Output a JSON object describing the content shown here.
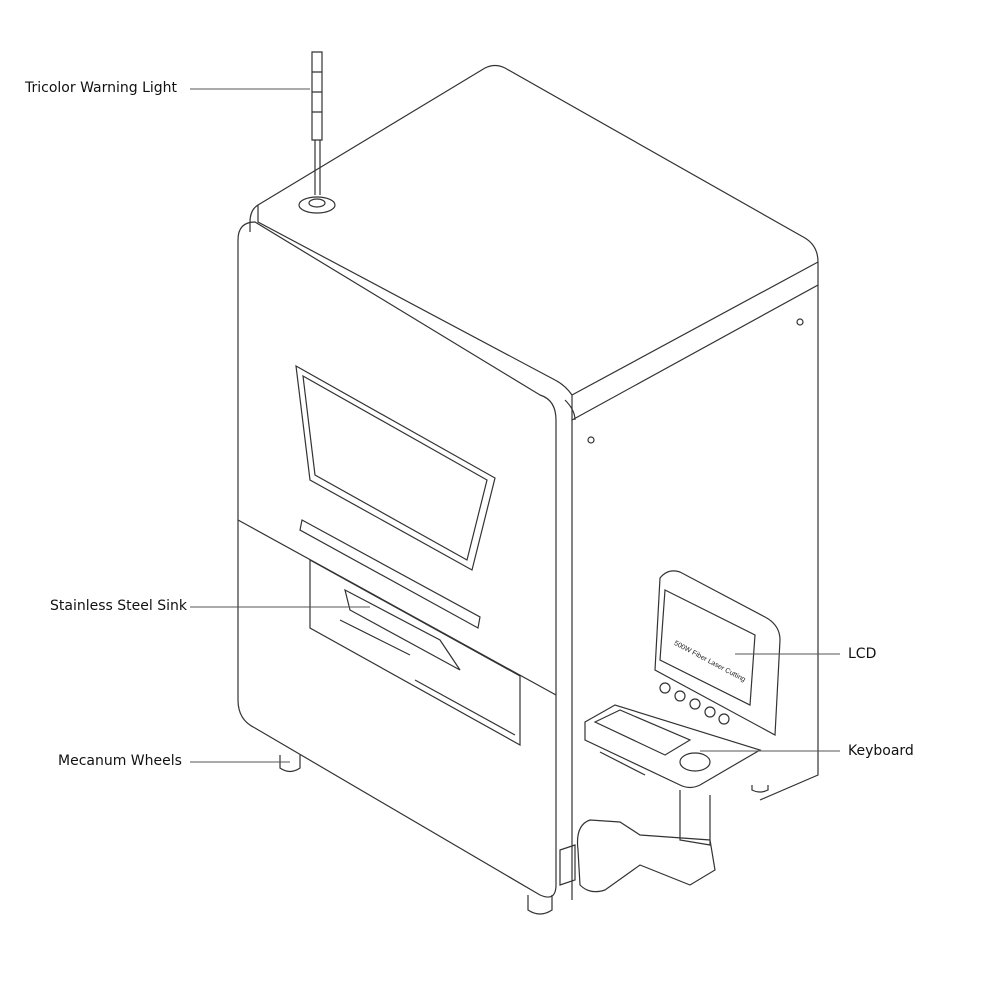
{
  "labels": {
    "warning_light": "Tricolor Warning Light",
    "sink": "Stainless Steel Sink",
    "wheels": "Mecanum Wheels",
    "lcd": "LCD",
    "keyboard": "Keyboard"
  },
  "screen_text": "500W Fiber Laser Cutting",
  "colors": {
    "line": "#333333",
    "background": "#ffffff"
  }
}
